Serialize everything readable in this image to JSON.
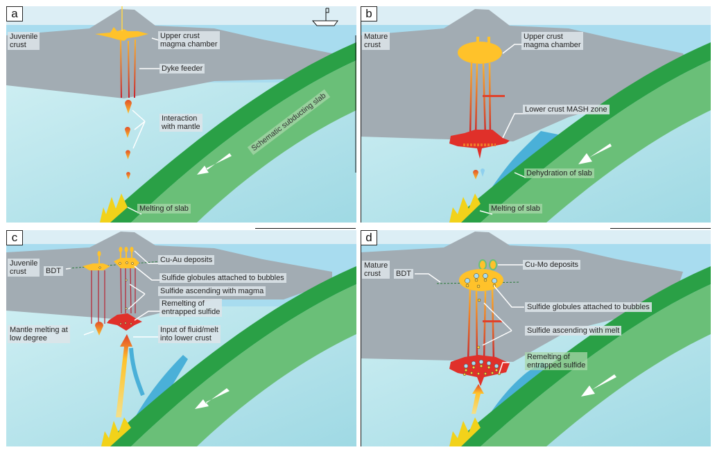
{
  "figure": {
    "colors": {
      "sky": "#dceef5",
      "sea": "#a8dcef",
      "crust": "#a2acb3",
      "mantle": "#b4e4ea",
      "slab_dark": "#2aa046",
      "slab_light": "#6abf78",
      "magma_yellow": "#ffc22a",
      "magma_red": "#e0302a",
      "slab_melt": "#f2d21a",
      "fluid_blue": "#4ab0d8"
    },
    "panels": [
      {
        "id": "a",
        "crust_label": "Juvenile\ncrust",
        "labels": {
          "magma_chamber": "Upper crust\nmagma chamber",
          "dyke": "Dyke feeder",
          "interaction": "Interaction\nwith mantle",
          "slab_name": "Schematic subducting slab",
          "melting": "Melting of slab"
        },
        "icons": [
          "boat-icon",
          "subduction-arrow-icon"
        ]
      },
      {
        "id": "b",
        "crust_label": "Mature\ncrust",
        "labels": {
          "magma_chamber": "Upper crust\nmagma chamber",
          "mash": "Lower crust MASH zone",
          "dehydration": "Dehydration of slab",
          "melting": "Melting of slab"
        }
      },
      {
        "id": "c",
        "crust_label": "Juvenile\ncrust",
        "labels": {
          "bdt": "BDT",
          "deposits": "Cu-Au deposits",
          "globules": "Sulfide globules attached to bubbles",
          "ascending": "Sulfide ascending with magma",
          "remelting": "Remelting of\nentrapped sulfide",
          "mantle_melting": "Mantle melting at\nlow degree",
          "input": "Input of fluid/melt\ninto lower crust"
        }
      },
      {
        "id": "d",
        "crust_label": "Mature\ncrust",
        "labels": {
          "bdt": "BDT",
          "deposits": "Cu-Mo deposits",
          "globules": "Sulfide globules attached to bubbles",
          "ascending": "Sulfide ascending with melt",
          "remelting": "Remelting of\nentrapped sulfide"
        }
      }
    ]
  }
}
